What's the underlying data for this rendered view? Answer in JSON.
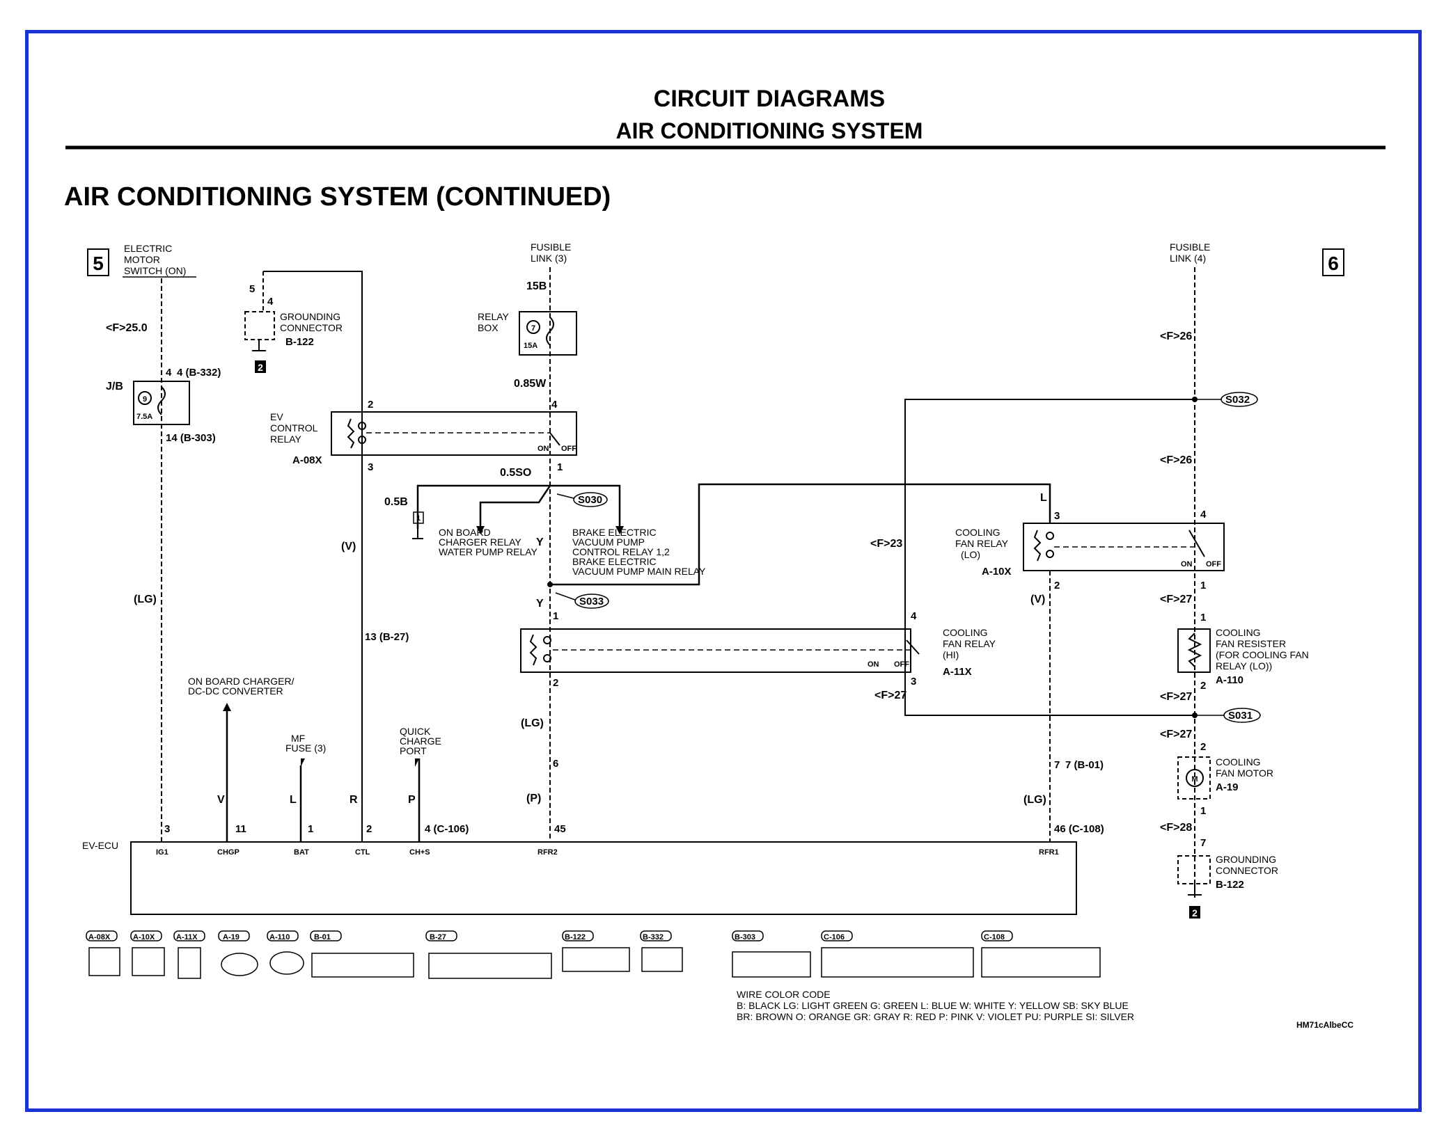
{
  "header": {
    "title": "CIRCUIT DIAGRAMS",
    "subtitle": "AIR CONDITIONING SYSTEM"
  },
  "section_title": "AIR CONDITIONING SYSTEM (CONTINUED)",
  "page_refs": {
    "left": "5",
    "right": "6"
  },
  "labels": {
    "electric_motor_switch": [
      "ELECTRIC",
      "MOTOR",
      "SWITCH (ON)"
    ],
    "fusible_link_3": [
      "FUSIBLE",
      "LINK (3)"
    ],
    "fusible_link_4": [
      "FUSIBLE",
      "LINK (4)"
    ],
    "grounding_connector_top": [
      "GROUNDING",
      "CONNECTOR"
    ],
    "relay_box": [
      "RELAY",
      "BOX"
    ],
    "jb": "J/B",
    "fuse_9": "9",
    "fuse_9_rating": "7.5A",
    "fuse_7": "7",
    "fuse_7_rating": "15A",
    "ev_control_relay": [
      "EV",
      "CONTROL",
      "RELAY"
    ],
    "on_board_charger_relay": [
      "ON BOARD",
      "CHARGER RELAY",
      "WATER PUMP RELAY"
    ],
    "brake_electric_vacuum": [
      "BRAKE ELECTRIC",
      "VACUUM PUMP",
      "CONTROL RELAY 1,2",
      "BRAKE ELECTRIC",
      "VACUUM PUMP MAIN RELAY"
    ],
    "cooling_fan_relay_lo": [
      "COOLING",
      "FAN RELAY",
      "(LO)"
    ],
    "cooling_fan_relay_hi": [
      "COOLING",
      "FAN RELAY",
      "(HI)"
    ],
    "cooling_fan_resistor": [
      "COOLING",
      "FAN RESISTER",
      "(FOR COOLING FAN",
      "RELAY (LO))"
    ],
    "cooling_fan_motor": [
      "COOLING",
      "FAN MOTOR"
    ],
    "grounding_connector_bottom": [
      "GROUNDING",
      "CONNECTOR"
    ],
    "on_board_charger_dcdc": [
      "ON BOARD CHARGER/",
      "DC-DC CONVERTER"
    ],
    "mf_fuse": [
      "MF",
      "FUSE (3)"
    ],
    "quick_charge_port": [
      "QUICK",
      "CHARGE",
      "PORT"
    ],
    "ev_ecu": "EV-ECU",
    "ground_mark": "2",
    "on": "ON",
    "off": "OFF"
  },
  "ecu_pins": [
    "IG1",
    "CHGP",
    "BAT",
    "CTL",
    "CH+S",
    "RFR2",
    "RFR1"
  ],
  "connector_refs": {
    "b332_top": "4 (B-332)",
    "b303": "14 (B-303)",
    "b122_top": "B-122",
    "a08x": "A-08X",
    "b27": "13 (B-27)",
    "a10x": "A-10X",
    "a11x": "A-11X",
    "a110": "A-110",
    "a19": "A-19",
    "b122_bottom": "B-122",
    "b01": "7 (B-01)",
    "c106": "4 (C-106)",
    "c108": "46 (C-108)",
    "s030": "S030",
    "s032": "S032",
    "s033": "S033",
    "s031": "S031"
  },
  "wire_labels": {
    "f25_0": "<F>25.0",
    "f26a": "<F>26",
    "f26b": "<F>26",
    "f23": "<F>23",
    "f27a": "<F>27",
    "f27b": "<F>27",
    "f27c": "<F>27",
    "f27d": "<F>27",
    "f28": "<F>28",
    "b15": "15B",
    "o85w": "0.85W",
    "o5s0": "0.5SO",
    "o5b": "0.5B",
    "v": "(V)",
    "lg1": "(LG)",
    "lg2": "(LG)",
    "lg3": "(LG)",
    "y1": "Y",
    "y2": "Y",
    "p": "(P)",
    "v2": "(V)",
    "l": "L",
    "wV": "V",
    "wL": "L",
    "wR": "R",
    "wP": "P"
  },
  "connector_table": {
    "ids": [
      "A-08X",
      "A-10X",
      "A-11X",
      "A-19",
      "A-110",
      "B-01",
      "B-27",
      "B-122",
      "B-332",
      "B-303",
      "C-106",
      "C-108"
    ]
  },
  "wire_color_code": {
    "title": "WIRE COLOR CODE",
    "line1": "B: BLACK   LG: LIGHT GREEN   G: GREEN   L: BLUE   W: WHITE   Y: YELLOW   SB: SKY BLUE",
    "line2": "BR: BROWN   O: ORANGE   GR: GRAY   R: RED   P: PINK   V: VIOLET   PU: PURPLE   SI: SILVER"
  },
  "drawing_id": "HM71cAlbeCC"
}
